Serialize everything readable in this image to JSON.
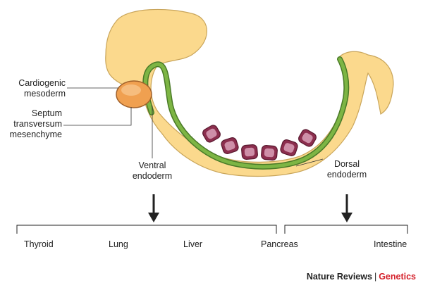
{
  "labels": {
    "cardiogenic": [
      "Cardiogenic",
      "mesoderm"
    ],
    "septum": [
      "Septum",
      "transversum",
      "mesenchyme"
    ],
    "ventral": [
      "Ventral",
      "endoderm"
    ],
    "dorsal": [
      "Dorsal",
      "endoderm"
    ]
  },
  "organs": {
    "ventral_group": [
      "Thyroid",
      "Lung",
      "Liver"
    ],
    "shared": "Pancreas",
    "dorsal_group": [
      "Intestine"
    ]
  },
  "credit": {
    "journal": "Nature Reviews",
    "separator": "|",
    "section": "Genetics"
  },
  "colors": {
    "embryo_fill": "#fbd98d",
    "endoderm": "#7db544",
    "endoderm_outline": "#4a7a28",
    "cardiogenic": "#f0a050",
    "somite": "#8c2e4e",
    "section_accent": "#d4202a"
  }
}
